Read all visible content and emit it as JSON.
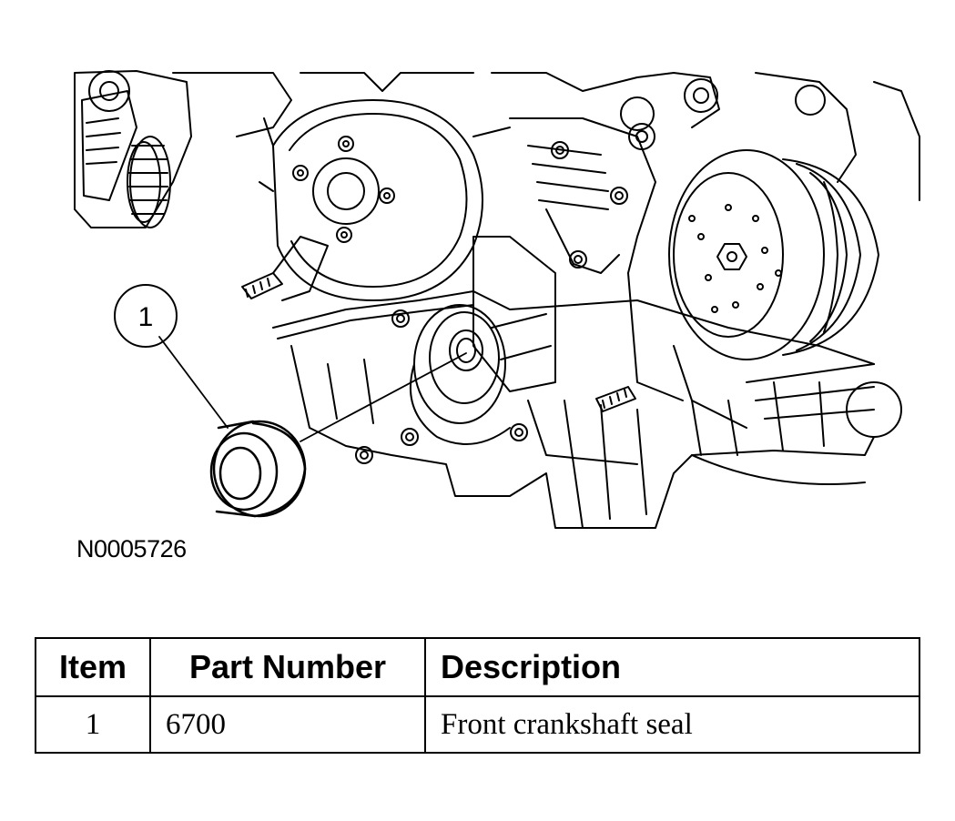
{
  "figure": {
    "callout_number": "1",
    "figure_id": "N0005726",
    "icon": "engine-front-line-drawing"
  },
  "table": {
    "headers": [
      "Item",
      "Part Number",
      "Description"
    ],
    "rows": [
      {
        "item": "1",
        "part_number": "6700",
        "description": "Front crankshaft seal"
      }
    ]
  }
}
